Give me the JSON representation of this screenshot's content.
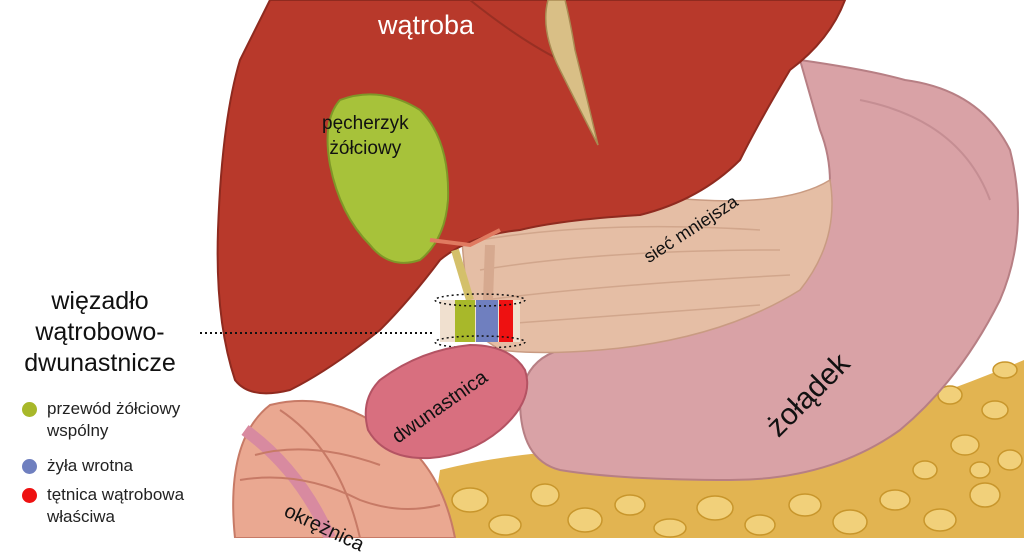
{
  "labels": {
    "liver": "wątroba",
    "gallbladder": [
      "pęcherzyk",
      "żółciowy"
    ],
    "lesser_omentum": "sieć mniejsza",
    "stomach": "żołądek",
    "duodenum": "dwunastnica",
    "colon": "okrężnica",
    "ligament": [
      "więzadło",
      "wątrobowo-",
      "dwunastnicze"
    ]
  },
  "legend": [
    {
      "lines": [
        "przewód żółciowy",
        "wspólny"
      ],
      "color": "#a8b82a",
      "icon": "bile-duct-dot"
    },
    {
      "lines": [
        "żyła wrotna"
      ],
      "color": "#6f7fbf",
      "icon": "portal-vein-dot"
    },
    {
      "lines": [
        "tętnica wątrobowa",
        "właściwa"
      ],
      "color": "#ee1111",
      "icon": "hepatic-artery-dot"
    }
  ],
  "colors": {
    "liver": "#b8392b",
    "gallbladder": "#a7c23a",
    "stomach": "#d9a2a6",
    "omentum": "#e3b9a0",
    "duodenum": "#d86f7f",
    "colon": "#e8a58e",
    "fat": "#e7bb4c"
  }
}
